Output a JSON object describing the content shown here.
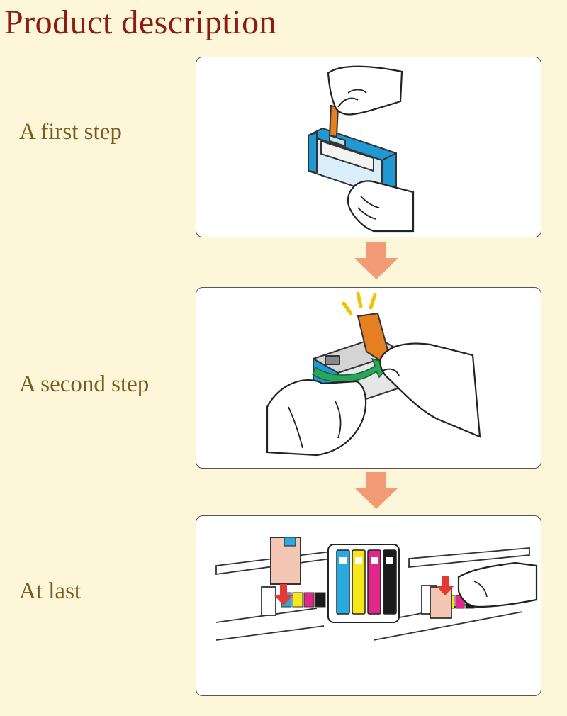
{
  "page": {
    "title": "Product description",
    "background": "#fdf6d8",
    "title_color": "#8e1b12",
    "label_color": "#7a5a1f",
    "arrow_color": "#f29b76"
  },
  "steps": [
    {
      "label": "A first step"
    },
    {
      "label": "A second step"
    },
    {
      "label": "At last"
    }
  ],
  "illustration": {
    "slot_colors": [
      "#29a9e0",
      "#f6e71b",
      "#e2278b",
      "#1b1b1b"
    ],
    "cartridge_color": "#1f98d4",
    "clip_color": "#e67e22",
    "rotate_arrow_color": "#29a65a",
    "insert_arrow_color": "#e53935"
  }
}
